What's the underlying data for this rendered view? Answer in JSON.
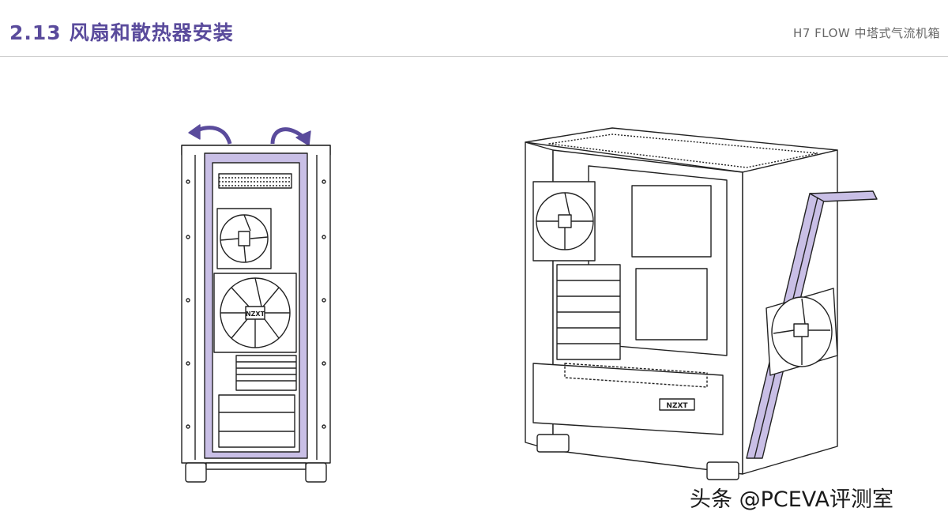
{
  "header": {
    "section_number": "2.13",
    "section_title": "风扇和散热器安装",
    "doc_title": "H7 FLOW 中塔式气流机箱"
  },
  "colors": {
    "accent": "#5a4b9c",
    "highlight_fill": "#c9bfe6",
    "line": "#222222"
  },
  "figures": {
    "front_view": {
      "icon": "case-front-panel-removal-illustration",
      "logo_text": "NZXT"
    },
    "side_view": {
      "icon": "case-side-fan-install-illustration",
      "logo_text": "NZXT"
    }
  },
  "watermark": "头条 @PCEVA评测室"
}
